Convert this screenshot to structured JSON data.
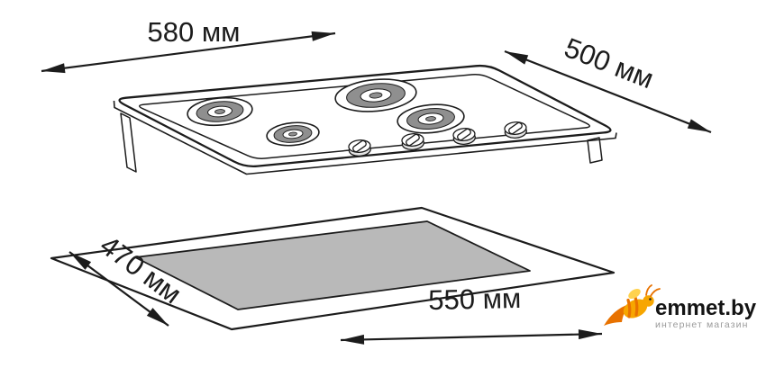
{
  "theme": {
    "line": "#1c1c1c",
    "cutout_fill": "#b9b9b9",
    "burner_ring": "#8f8f8f",
    "brand_text": "#141414",
    "tagline_text": "#9a9a9a",
    "logo_primary": "#f7a600",
    "logo_accent": "#e87200",
    "logo_wing": "#ffd24d"
  },
  "diagram": {
    "type": "cooktop-installation-dimensions",
    "dimensions": {
      "top_width": "580 мм",
      "top_depth": "500 мм",
      "cutout_depth": "470 мм",
      "cutout_width": "550 мм"
    }
  },
  "logo": {
    "icon": "bee-icon",
    "brand": "emmet.by",
    "tagline": "интернет магазин"
  }
}
